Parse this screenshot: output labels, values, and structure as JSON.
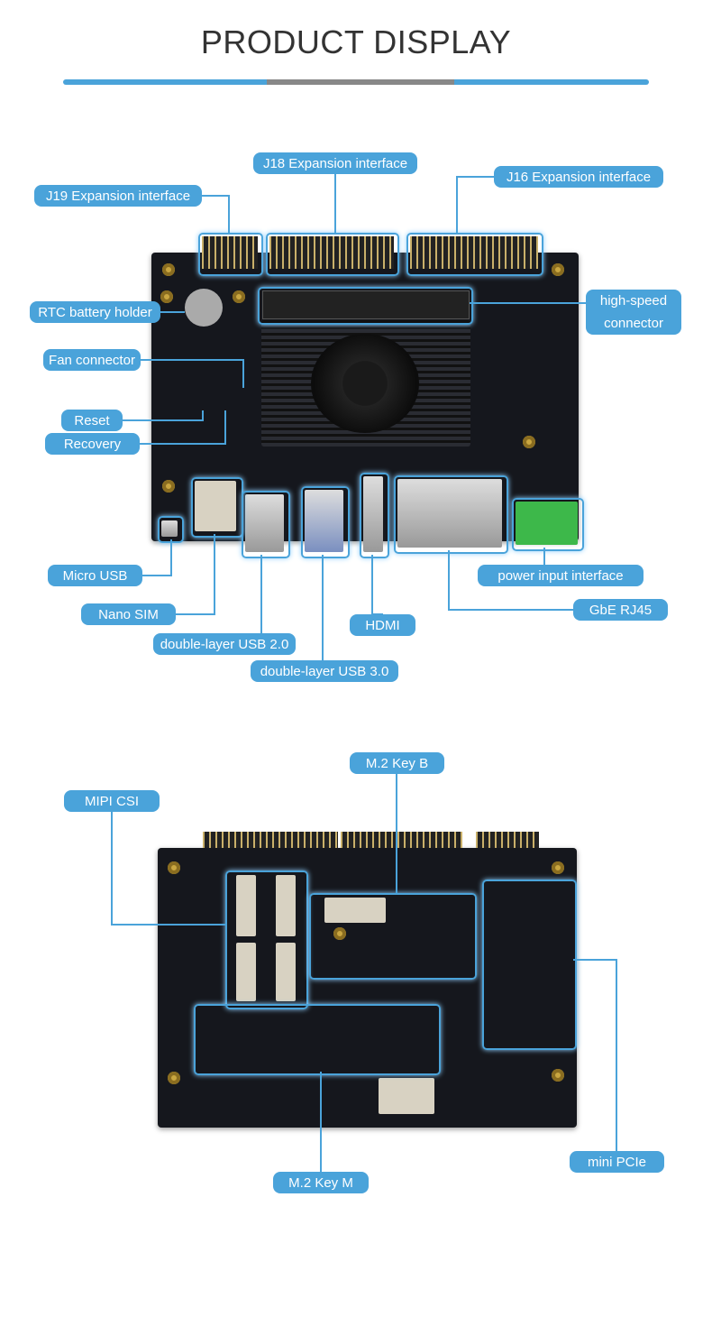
{
  "header": {
    "title": "PRODUCT DISPLAY",
    "accent_color": "#4aa3da",
    "divider_middle_color": "#888888"
  },
  "top_view": {
    "labels": {
      "j19": "J19 Expansion interface",
      "j18": "J18 Expansion interface",
      "j16": "J16 Expansion interface",
      "rtc": "RTC battery holder",
      "high_speed_1": "high-speed",
      "high_speed_2": "connector",
      "fan": "Fan connector",
      "reset": "Reset",
      "recovery": "Recovery",
      "micro_usb": "Micro USB",
      "nano_sim": "Nano SIM",
      "usb2": "double-layer USB 2.0",
      "usb3": "double-layer USB 3.0",
      "hdmi": "HDMI",
      "power": "power input interface",
      "rj45": "GbE RJ45"
    }
  },
  "bottom_view": {
    "labels": {
      "m2b": "M.2 Key B",
      "mipi": "MIPI CSI",
      "minipcie": "mini PCIe",
      "m2m": "M.2 Key M"
    }
  }
}
